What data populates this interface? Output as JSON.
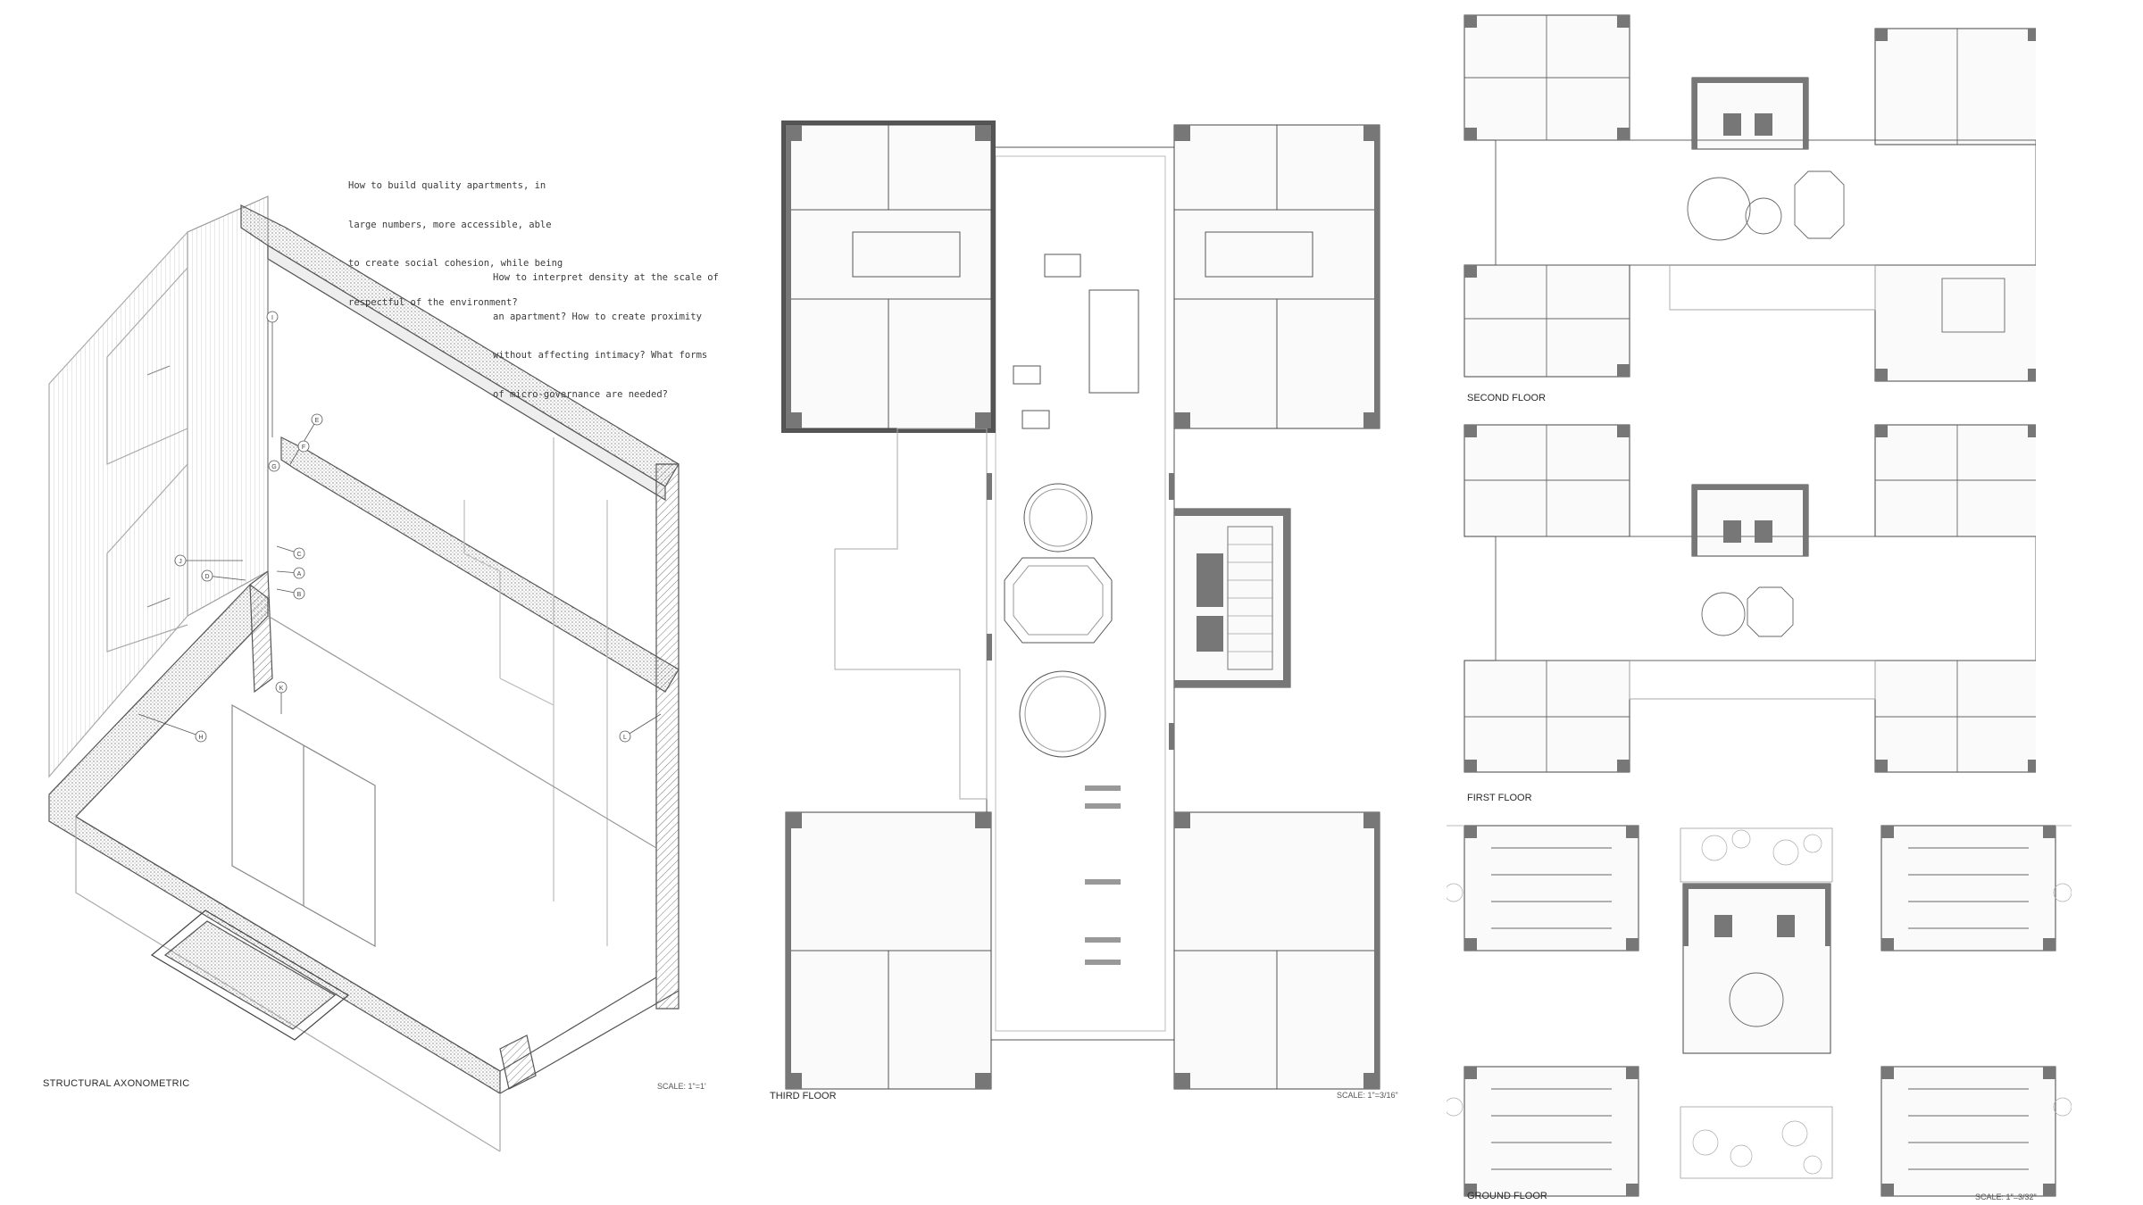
{
  "axonometric": {
    "title": "STRUCTURAL AXONOMETRIC",
    "scale": "SCALE: 1\"=1'",
    "question1": [
      "How to build quality apartments, in",
      "large numbers, more accessible, able",
      "to create social cohesion, while being",
      "respectful of the environment?"
    ],
    "question2": [
      "How to interpret density at the scale of",
      "an apartment? How to create proximity",
      "without affecting intimacy? What forms",
      "of micro-governance are needed?"
    ],
    "callouts": [
      "A",
      "B",
      "C",
      "D",
      "E",
      "F",
      "G",
      "H",
      "I",
      "J",
      "K",
      "L"
    ]
  },
  "plans": {
    "third_floor": {
      "title": "THIRD FLOOR",
      "scale": "SCALE: 1\"=3/16\""
    },
    "second_floor": {
      "title": "SECOND FLOOR"
    },
    "first_floor": {
      "title": "FIRST FLOOR"
    },
    "ground_floor": {
      "title": "GROUND FLOOR",
      "scale": "SCALE: 1\"=3/32\""
    }
  }
}
